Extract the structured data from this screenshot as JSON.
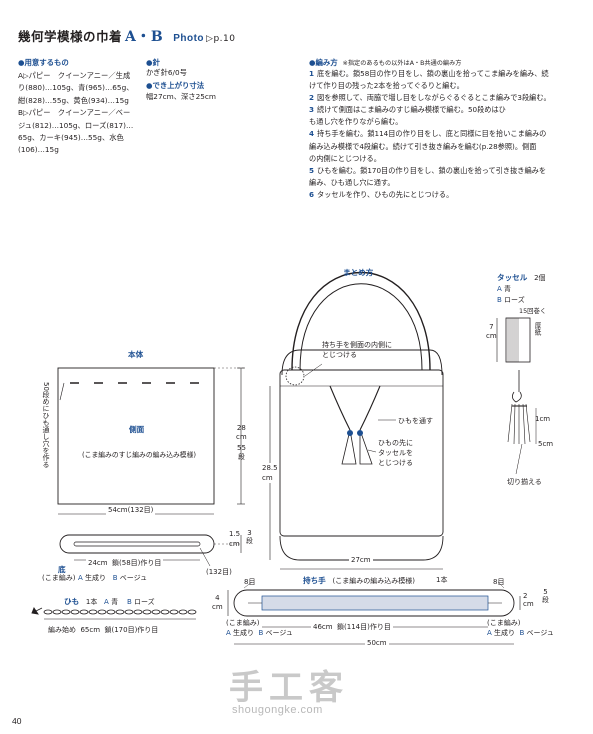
{
  "header": {
    "title": "幾何学模様の巾着",
    "variant": "A・B",
    "photo_label": "Photo",
    "photo_page": "▷p.10"
  },
  "materials": {
    "heading": "用意するもの",
    "lines": [
      "A▷パピー　クイーンアニー／生成",
      "り(880)…105g、青(965)…65g、",
      "紺(828)…55g、黄色(934)…15g",
      "B▷パピー　クイーンアニー／ベー",
      "ジュ(812)…105g、ローズ(817)…",
      "65g、カーキ(945)…55g、水色",
      "(106)…15g"
    ]
  },
  "needle": {
    "heading": "針",
    "value": "かぎ針6/0号"
  },
  "size": {
    "heading": "でき上がり寸法",
    "value": "幅27cm、深さ25cm"
  },
  "instructions": {
    "heading": "編み方",
    "note": "※指定のあるもの以外はA・B共通の編み方",
    "steps": [
      {
        "num": "1",
        "lines": [
          "底を編む。鎖58目の作り目をし、鎖の裏山を拾ってこま編みを編み、続",
          "けて作り目の残った2本を拾ってぐるりと編む。"
        ]
      },
      {
        "num": "2",
        "lines": [
          "図を参照して、両脇で増し目をしながらぐるぐるとこま編みで3段編む。"
        ]
      },
      {
        "num": "3",
        "lines": [
          "続けて側面はこま編みのすじ編み模様で編む。50段めはひ",
          "も通し穴を作りながら編む。"
        ]
      },
      {
        "num": "4",
        "lines": [
          "持ち手を編む。鎖114目の作り目をし、底と同様に目を拾いこま編みの",
          "編み込み模様で4段編む。続けて引き抜き編みを編む(p.28参照)。側面",
          "の内側にとじつける。"
        ]
      },
      {
        "num": "5",
        "lines": [
          "ひもを編む。鎖170目の作り目をし、鎖の裏山を拾って引き抜き編みを",
          "編み、ひも通し穴に通す。"
        ]
      },
      {
        "num": "6",
        "lines": [
          "タッセルを作り、ひもの先にとじつける。"
        ]
      }
    ]
  },
  "body_diagram": {
    "title": "本体",
    "side_label": "側面",
    "side_pattern": "(こま編みのすじ編みの編み込み模様)",
    "hole_note": "50段めにひも通し穴を作る",
    "height_cm": "28",
    "height_unit": "cm",
    "height_rows": "55",
    "height_rows_unit": "段",
    "width": "54cm(132目)",
    "base_cm": "1.5",
    "base_unit": "cm",
    "base_rows": "3",
    "base_rows_unit": "段",
    "base_width": "24cm",
    "base_chain": "鎖(58目)作り目",
    "base_stitches": "(132目)",
    "base_title": "底",
    "base_pattern": "(こま編み)",
    "color_a_letter": "A",
    "color_a": "生成り",
    "color_b_letter": "B",
    "color_b": "ベージュ"
  },
  "cord": {
    "title": "ひも",
    "count": "1本",
    "color_a_letter": "A",
    "color_a": "青",
    "color_b_letter": "B",
    "color_b": "ローズ",
    "start_label": "編み始め",
    "length": "65cm",
    "chain": "鎖(170目)作り目"
  },
  "assembly": {
    "title": "まとめ方",
    "handle_note_1": "持ち手を側面の内側に",
    "handle_note_2": "とじつける",
    "cord_note": "ひもを通す",
    "tassel_note_1": "ひもの先に",
    "tassel_note_2": "タッセルを",
    "tassel_note_3": "とじつける",
    "height": "28.5",
    "height_unit": "cm",
    "width": "27cm"
  },
  "tassel": {
    "title": "タッセル",
    "count": "2個",
    "color_a_letter": "A",
    "color_a": "青",
    "color_b_letter": "B",
    "color_b": "ローズ",
    "wraps": "15回巻く",
    "height": "7",
    "height_unit": "cm",
    "card_label": "厚紙",
    "top": "1cm",
    "length": "5cm",
    "trim": "切り揃える"
  },
  "handle": {
    "title": "持ち手",
    "pattern": "(こま編みの編み込み模様)",
    "count": "1本",
    "rows_left": "8目",
    "rows_right": "8目",
    "height": "4",
    "height_unit": "cm",
    "right_cm": "2",
    "right_unit": "cm",
    "right_rows": "5",
    "right_rows_unit": "段",
    "inner": "46cm",
    "chain": "鎖(114目)作り目",
    "total": "50cm",
    "side_pattern": "(こま編み)",
    "color_a_letter": "A",
    "color_a": "生成り",
    "color_b_letter": "B",
    "color_b": "ベージュ"
  },
  "page_number": "40",
  "watermark": {
    "cn": "手工客",
    "en": "shougongke.com"
  },
  "colors": {
    "accent": "#1d4f91",
    "text": "#231f20",
    "band": "#d5dbe8"
  }
}
